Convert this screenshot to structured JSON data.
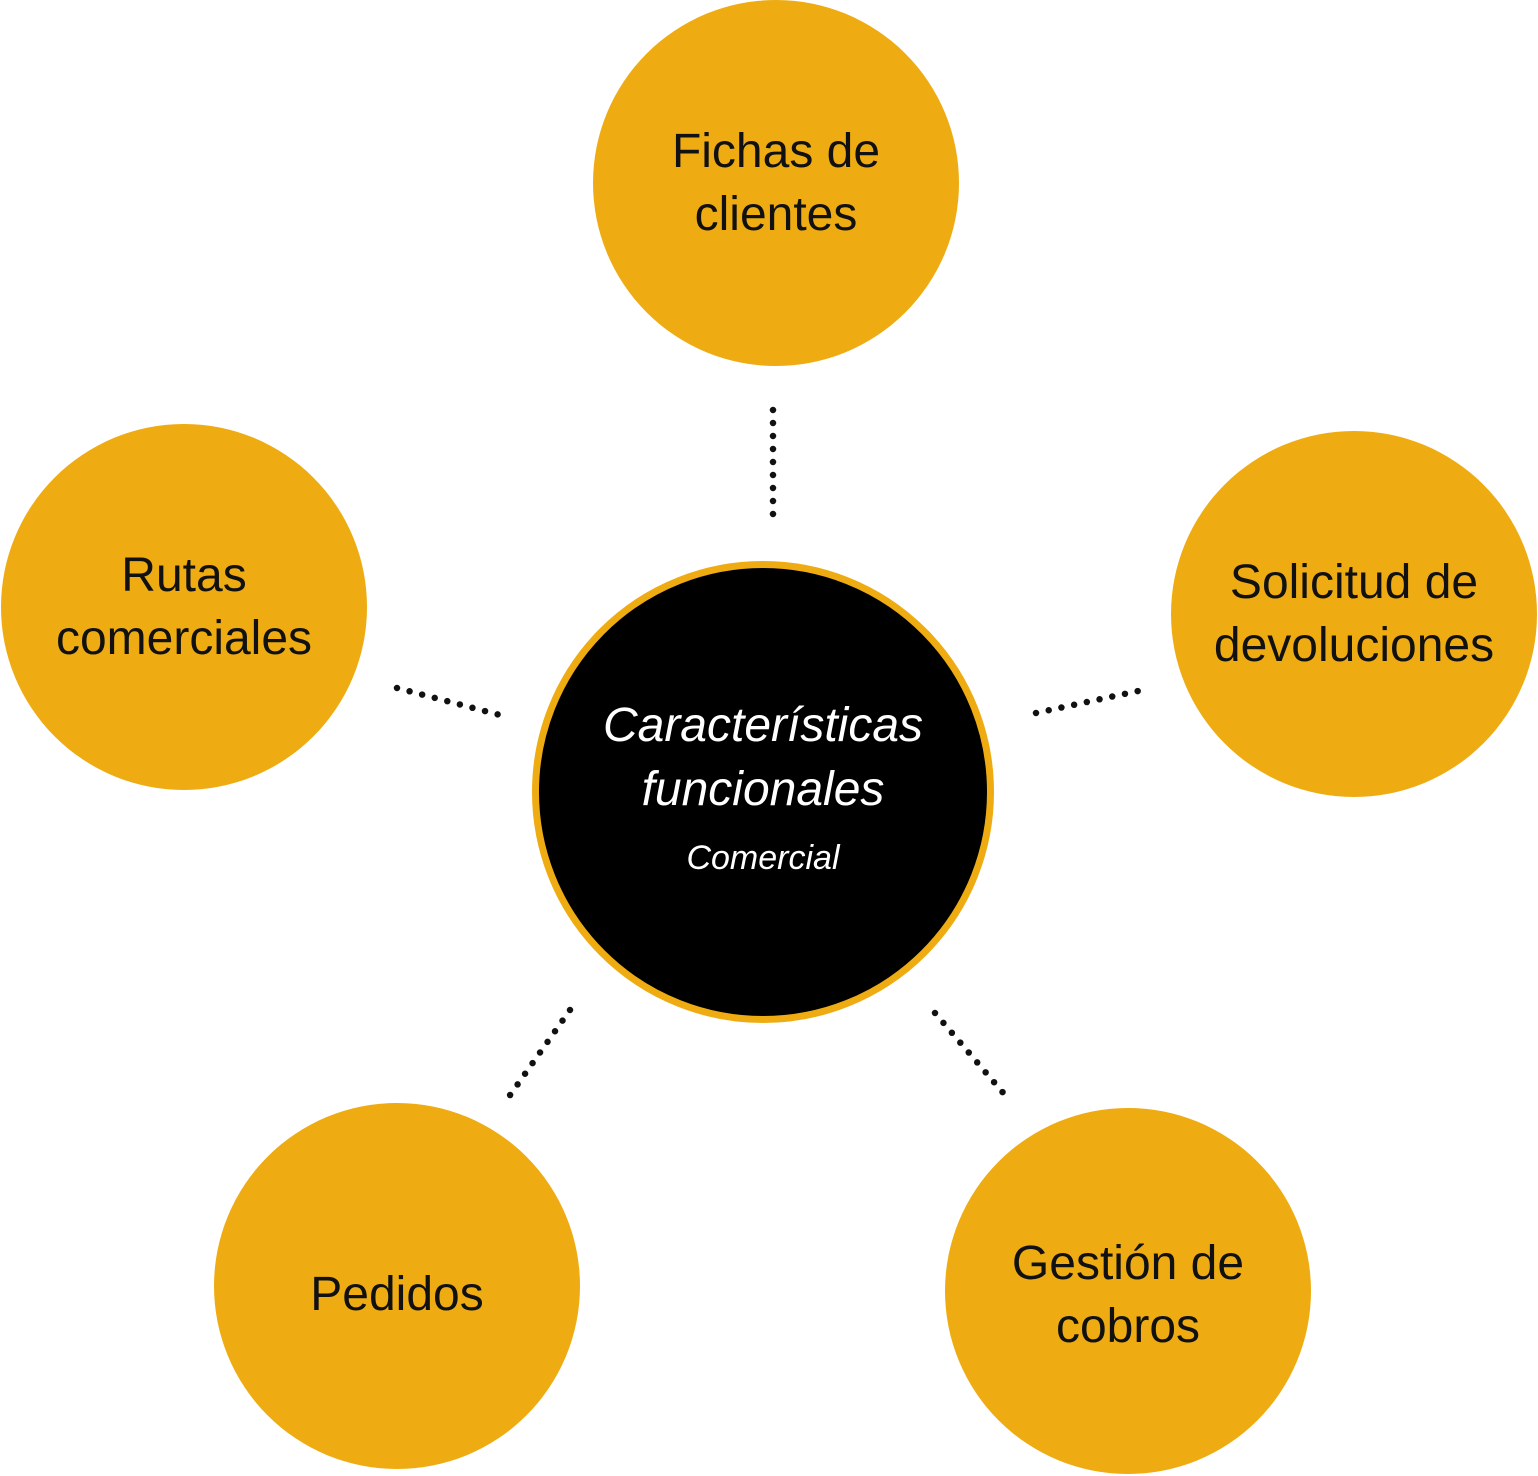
{
  "colors": {
    "node_fill": "#eeac12",
    "center_fill": "#000000",
    "center_border": "#eeac12",
    "connector": "#111111",
    "outer_text": "#111111",
    "center_text": "#ffffff"
  },
  "center": {
    "title": "Características funcionales",
    "subtitle": "Comercial"
  },
  "nodes": {
    "fichas": "Fichas de clientes",
    "rutas": "Rutas comerciales",
    "solicitud": "Solicitud de devoluciones",
    "pedidos": "Pedidos",
    "gestion": "Gestión de cobros"
  }
}
